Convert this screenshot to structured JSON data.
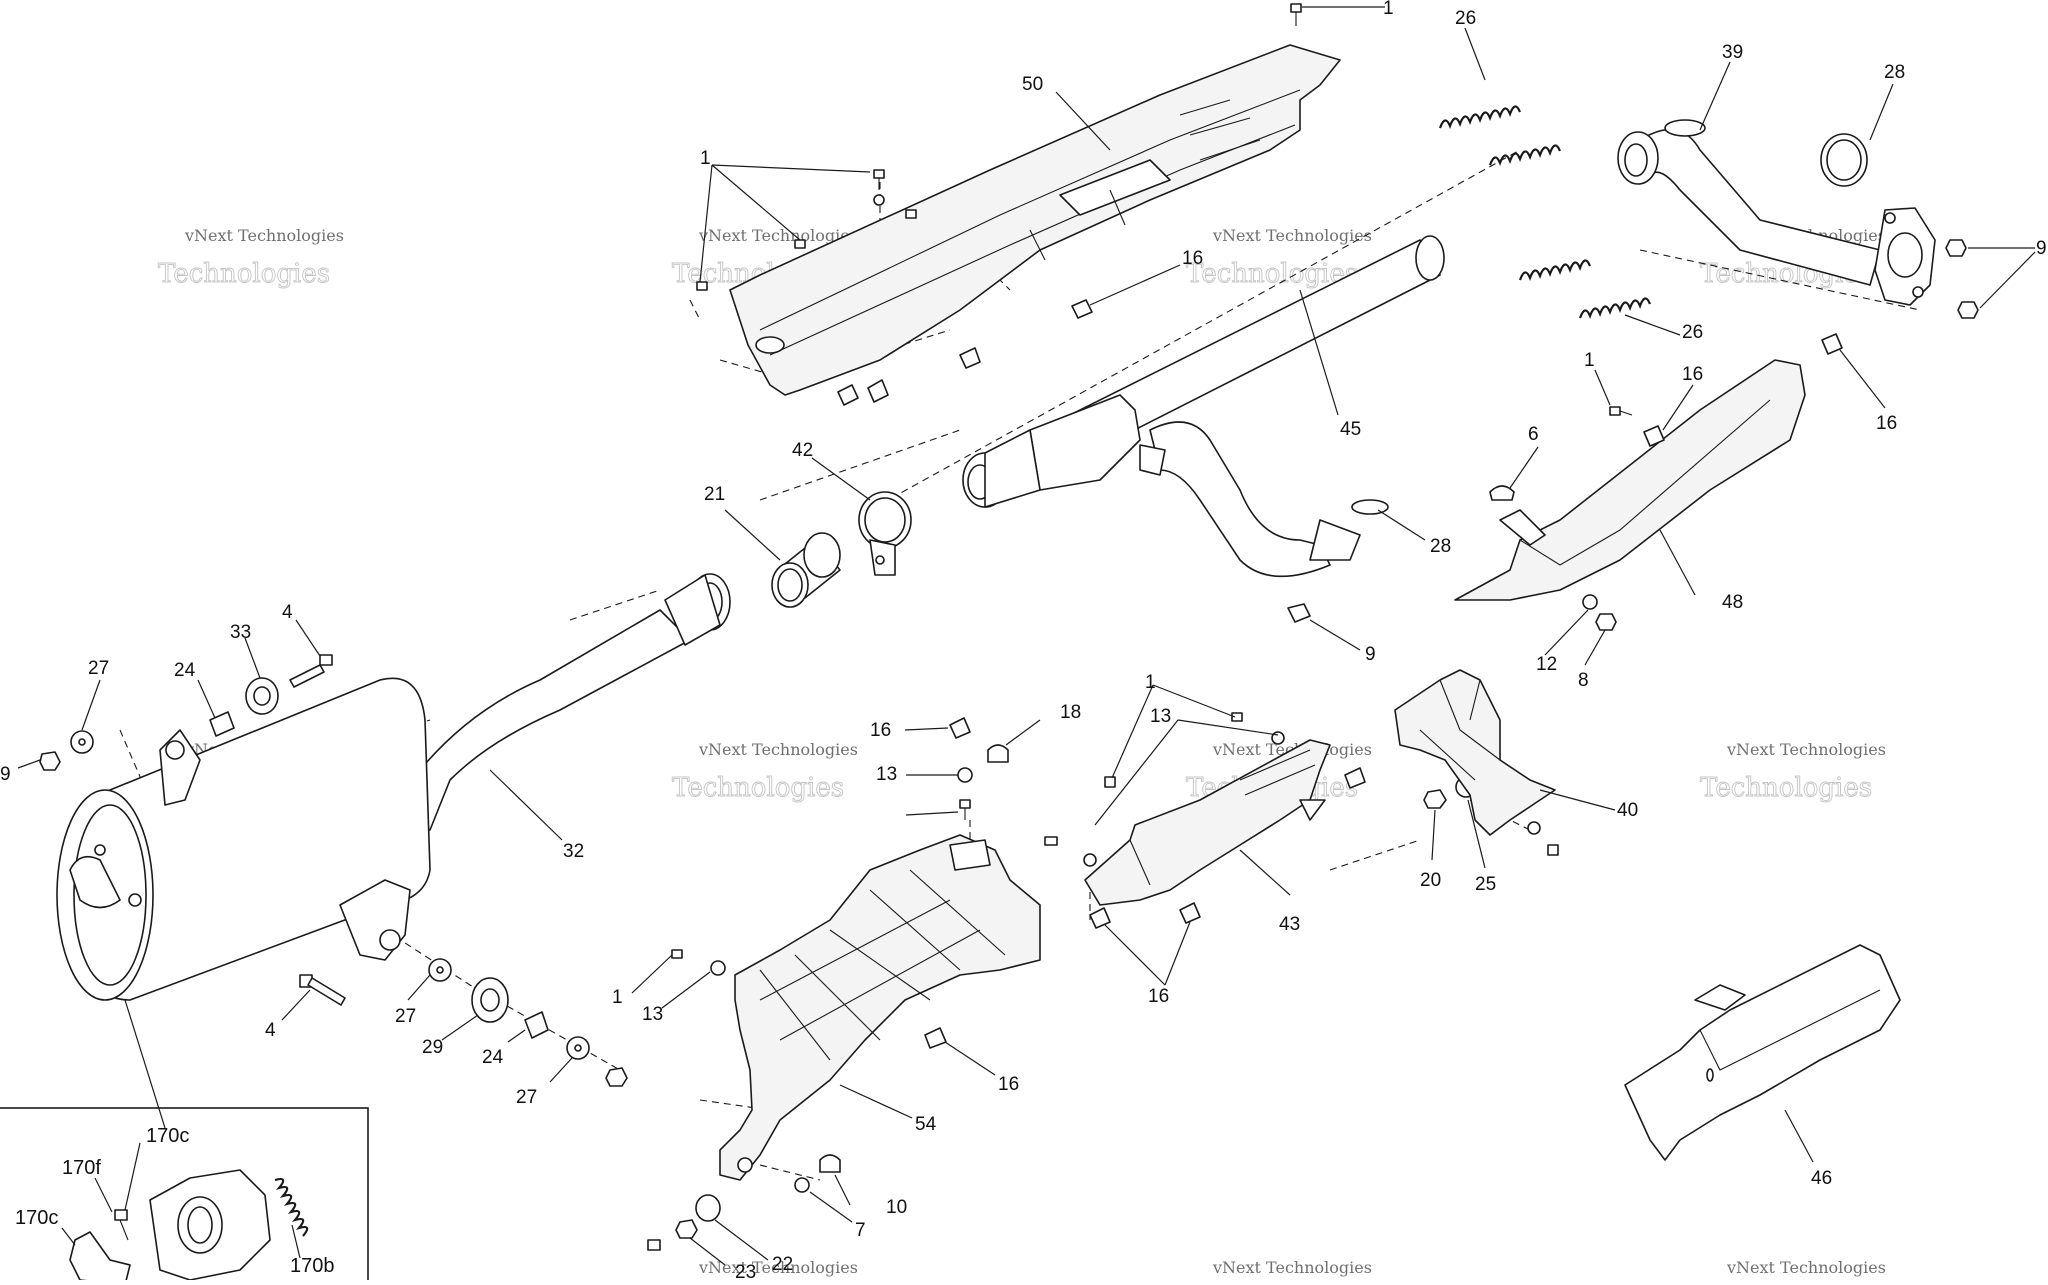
{
  "diagram": {
    "callouts": [
      "1",
      "26",
      "39",
      "28",
      "50",
      "1",
      "9",
      "16",
      "45",
      "26",
      "16",
      "1",
      "6",
      "16",
      "42",
      "21",
      "48",
      "28",
      "12",
      "8",
      "9",
      "4",
      "33",
      "27",
      "24",
      "1",
      "13",
      "16",
      "18",
      "9",
      "13",
      "40",
      "32",
      "43",
      "20",
      "25",
      "4",
      "27",
      "29",
      "24",
      "13",
      "27",
      "1",
      "16",
      "16",
      "54",
      "46",
      "170c",
      "170f",
      "170c",
      "170b",
      "10",
      "7",
      "22",
      "23"
    ],
    "watermark": {
      "line1": "vNext Technologies",
      "line2": "Technologies"
    }
  }
}
